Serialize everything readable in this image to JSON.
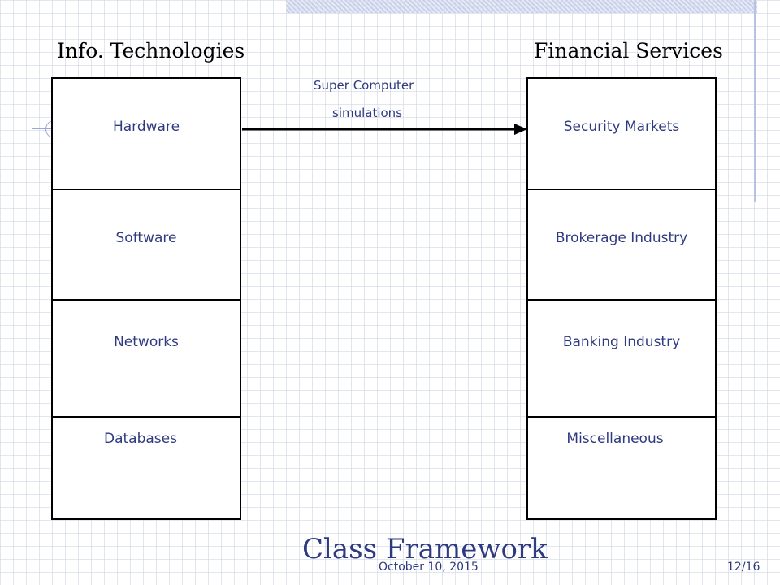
{
  "colors": {
    "label_text": "#2e3a80",
    "box_border": "#000000",
    "grid_line": "#cdd2e1",
    "accent_band": "#c9d1ea"
  },
  "left_column": {
    "heading": "Info. Technologies",
    "items": [
      "Hardware",
      "Software",
      "Networks",
      "Databases"
    ]
  },
  "right_column": {
    "heading": "Financial Services",
    "items": [
      "Security Markets",
      "Brokerage Industry",
      "Banking Industry",
      "Miscellaneous"
    ]
  },
  "arrow": {
    "label_line1": "Super Computer",
    "label_line2": "simulations",
    "from": "Hardware",
    "to": "Security Markets"
  },
  "slide": {
    "title": "Class Framework",
    "date": "October 10, 2015",
    "page": "12/16"
  }
}
